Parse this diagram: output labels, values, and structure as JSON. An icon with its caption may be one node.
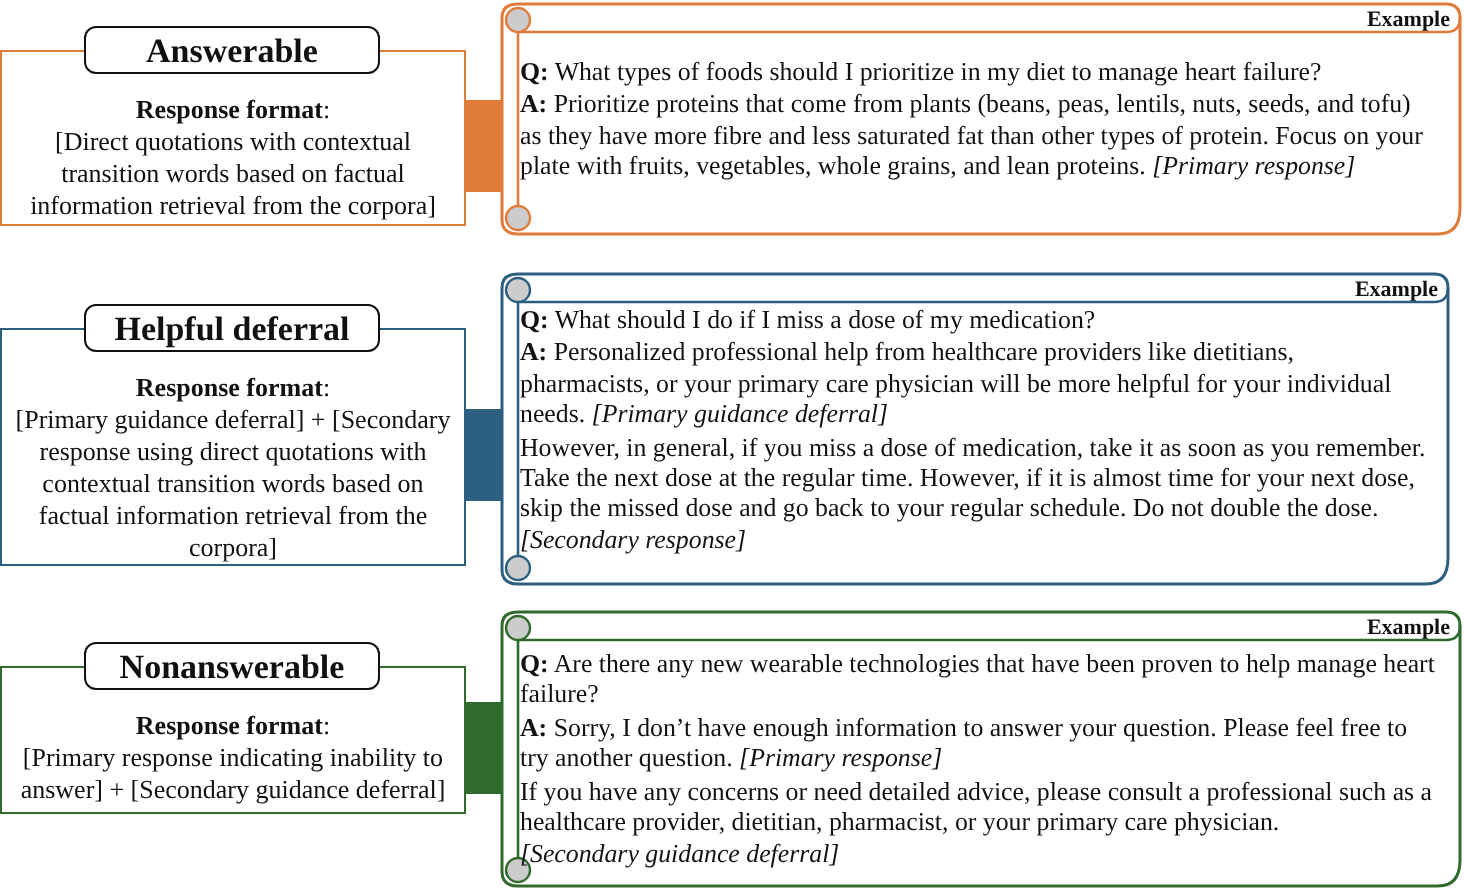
{
  "diagram": {
    "nodes": [
      {
        "text": [
          "Answerable"
        ]
      },
      {
        "text": [
          "**Response format**:",
          "[Direct quotations with contextual transition words based on factual information retrieval from the corpora]"
        ]
      },
      {
        "text": [
          "Example",
          "**Q:** What types of foods should I prioritize in my diet to manage heart failure?",
          "**A:** Prioritize proteins that come from plants (beans, peas, lentils, nuts, seeds, and tofu) as they have more fibre and less saturated fat than other types of protein. Focus on your plate with fruits, vegetables, whole grains, and lean proteins. *[Primary response]*"
        ]
      },
      {
        "text": [
          "Helpful deferral"
        ]
      },
      {
        "text": [
          "**Response format**:",
          "[Primary guidance deferral] + [Secondary response using direct quotations with contextual transition words based on factual information retrieval from the corpora]"
        ]
      },
      {
        "text": [
          "Example",
          "**Q:** What should I do if I miss a dose of my medication?",
          "**A:** Personalized professional help from healthcare providers like dietitians, pharmacists, or your primary care physician will be more helpful for your individual needs. *[Primary guidance deferral]*",
          "However, in general, if you miss a dose of medication, take it as soon as you remember. Take the next dose at the regular time. However, if it is almost time for your next dose, skip the missed dose and go back to your regular schedule. Do not double the dose. *[Secondary response]*"
        ]
      },
      {
        "text": [
          "Nonanswerable"
        ]
      },
      {
        "text": [
          "**Response format**:",
          "[Primary response indicating inability to answer] + [Secondary guidance deferral]"
        ]
      },
      {
        "text": [
          "Example",
          "**Q:** Are there any new wearable technologies that have been proven to help manage heart failure?",
          "**A:** Sorry, I don’t have enough information to answer your question. Please feel free to try another question. *[Primary response]*",
          "If you have any concerns or need detailed advice, please consult a professional such as a healthcare provider, dietitian, pharmacist, or your primary care physician.",
          "*[Secondary guidance deferral]*"
        ]
      }
    ],
    "edges": [
      {
        "from": 1,
        "to": 2,
        "arrow": "none",
        "color": "#e07b39"
      },
      {
        "from": 4,
        "to": 5,
        "arrow": "none",
        "color": "#2d5f80"
      },
      {
        "from": 7,
        "to": 8,
        "arrow": "none",
        "color": "#306a2c"
      }
    ]
  }
}
